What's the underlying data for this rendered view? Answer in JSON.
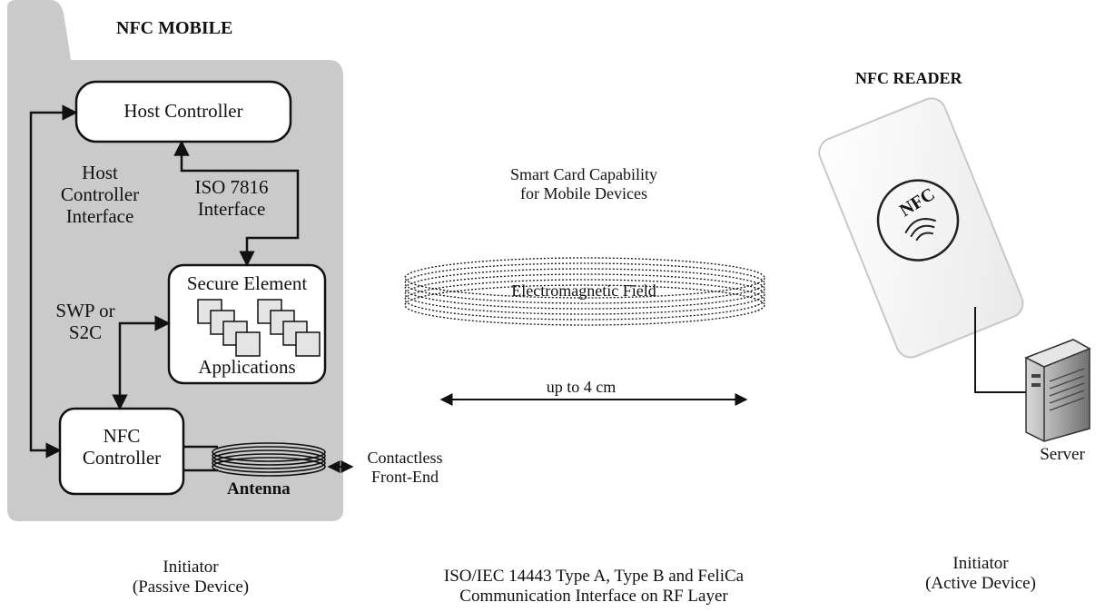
{
  "mobile": {
    "title": "NFC MOBILE",
    "host_controller": "Host Controller",
    "hci_label": [
      "Host",
      "Controller",
      "Interface"
    ],
    "iso7816_label": [
      "ISO 7816",
      "Interface"
    ],
    "secure_element": "Secure Element",
    "applications": "Applications",
    "swp_label": [
      "SWP or",
      "S2C"
    ],
    "nfc_controller": [
      "NFC",
      "Controller"
    ],
    "antenna": "Antenna"
  },
  "contactless": [
    "Contactless",
    "Front-End"
  ],
  "field": {
    "capability": [
      "Smart Card Capability",
      "for Mobile Devices"
    ],
    "label": "Electromagnetic Field",
    "range": "up to 4 cm"
  },
  "reader": {
    "title": "NFC READER",
    "card_logo": "NFC",
    "server": "Server"
  },
  "footer": {
    "left": [
      "Initiator",
      "(Passive Device)"
    ],
    "center": [
      "ISO/IEC 14443 Type A, Type B and FeliCa",
      "Communication Interface on RF Layer"
    ],
    "right": [
      "Initiator",
      "(Active Device)"
    ]
  }
}
